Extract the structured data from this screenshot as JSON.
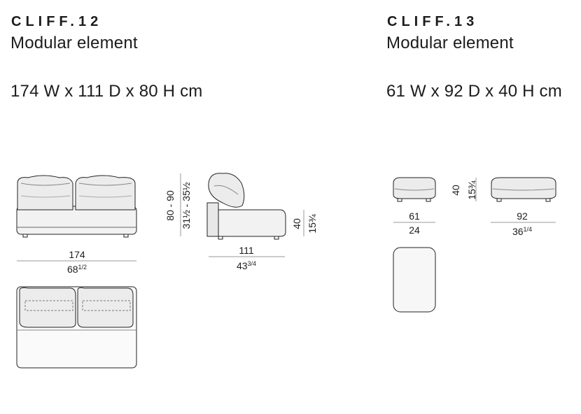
{
  "left": {
    "code": "CLIFF.12",
    "subtitle": "Modular element",
    "dimensions": "174 W x 111 D x 80 H cm",
    "front_width_cm": "174",
    "front_width_in": "68",
    "front_width_in_frac": "1/2",
    "side_height_cm": "80 - 90",
    "side_height_in": "31½ - 35½",
    "seat_height_cm": "40",
    "seat_height_in": "15¾",
    "side_depth_cm": "111",
    "side_depth_in": "43",
    "side_depth_in_frac": "3/4"
  },
  "right": {
    "code": "CLIFF.13",
    "subtitle": "Modular element",
    "dimensions": "61 W x 92 D x 40 H cm",
    "height_cm": "40",
    "height_in": "15¾",
    "front_width_cm": "61",
    "front_width_in": "24",
    "side_depth_cm": "92",
    "side_depth_in": "36",
    "side_depth_in_frac": "1/4"
  }
}
